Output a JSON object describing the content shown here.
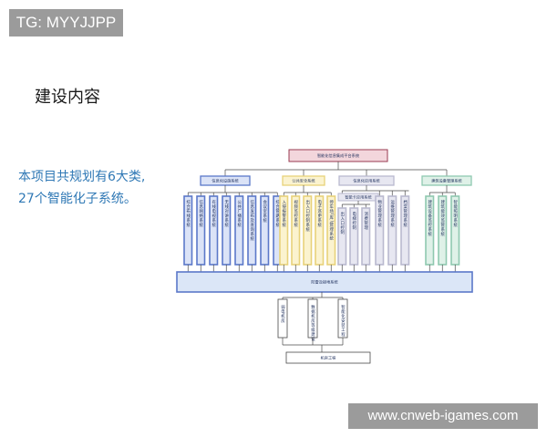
{
  "tag": "TG: MYYJJPP",
  "heading": "建设内容",
  "intro": {
    "line1": "本项目共规划有6大类,",
    "line2": "27个智能化子系统。"
  },
  "watermark": "www.cnweb-igames.com",
  "diagram": {
    "top": "智能化信息集成平台系统",
    "categories": [
      {
        "label": "信息化设施系统",
        "color": "#5b78c9",
        "fill": "#dbe3f7",
        "items": [
          "综合布线系统",
          "信息网络系统",
          "有线电视系统",
          "无线对讲系统",
          "公共广播系统",
          "信息发布及查询系统",
          "会议室系统",
          "综合管路系统"
        ]
      },
      {
        "label": "公共安全系统",
        "color": "#e8d27a",
        "fill": "#fbf3cf",
        "items": [
          "入侵报警系统",
          "视频监控系统",
          "出入口控制系统",
          "电子巡更系统",
          "停车场(库)管理系统"
        ]
      },
      {
        "label": "信息化应用系统",
        "color": "#b9b9cf",
        "fill": "#e7e7f1",
        "sub": "智能卡应用系统",
        "items": [
          "出入口控制",
          "电梯控制",
          "消费管理",
          "物业管理系统",
          "运维管理系统",
          "档案管理系统"
        ]
      },
      {
        "label": "建筑设备管理系统",
        "color": "#8fc9b0",
        "fill": "#dff1e8",
        "items": [
          "建筑设备监控系统",
          "建筑能效监管系统",
          "智能照明系统"
        ]
      }
    ],
    "base": "防雷及接地系统",
    "bottom_items": [
      "弱电机房",
      "数据机房等级建设",
      "智能化安装工程"
    ],
    "foot": "机房工程"
  }
}
